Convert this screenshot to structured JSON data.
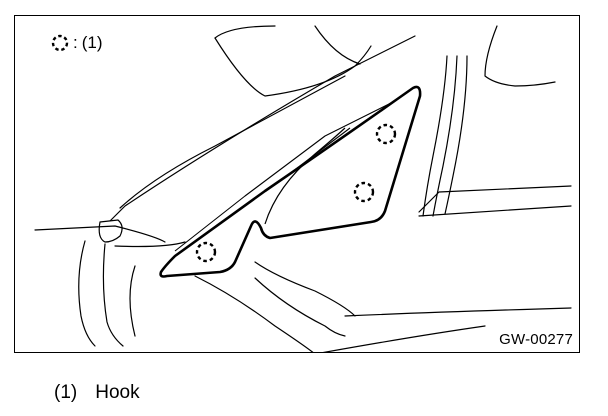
{
  "legend": {
    "symbol_icon": "dashed-circle-icon",
    "separator": ":",
    "ref": "(1)"
  },
  "figure_code": "GW-00277",
  "captions": [
    {
      "number": "(1)",
      "label": "Hook"
    }
  ],
  "colors": {
    "line": "#000000",
    "background": "#ffffff"
  }
}
